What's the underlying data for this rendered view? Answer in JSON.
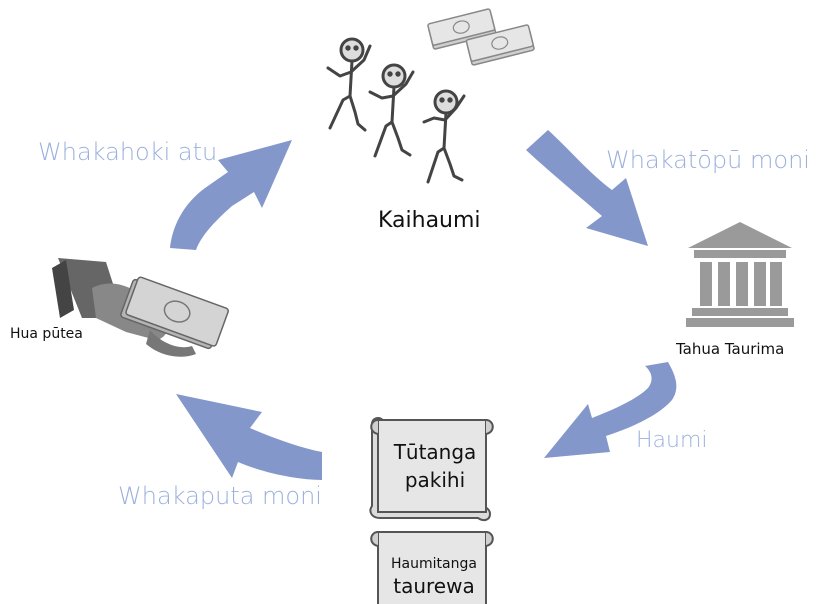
{
  "colors": {
    "arrow": "#8497cb",
    "arrow_label": "#9cb0dd",
    "grey_icon": "#9a9a9a",
    "dark_icon": "#555555",
    "scroll_fill": "#e2e2e2",
    "scroll_stroke": "#555555"
  },
  "nodes": {
    "investors": {
      "label": "Kaihaumi",
      "icon": "stick-figures-icon"
    },
    "fund": {
      "label": "Tahua Taurima",
      "icon": "bank-building-icon"
    },
    "business": {
      "label_line1": "Tūtanga",
      "label_line2": "pakihi",
      "icon": "scroll-icon"
    },
    "debt": {
      "label_line1": "Haumitanga",
      "label_line2": "taurewa",
      "icon": "scroll-icon"
    },
    "returns": {
      "label": "Hua pūtea",
      "icon": "hand-with-money-icon"
    }
  },
  "arrows": {
    "pool": {
      "label": "Whakatōpū moni"
    },
    "invest": {
      "label": "Haumi"
    },
    "produce": {
      "label": "Whakaputa moni"
    },
    "return": {
      "label": "Whakahoki atu"
    }
  }
}
